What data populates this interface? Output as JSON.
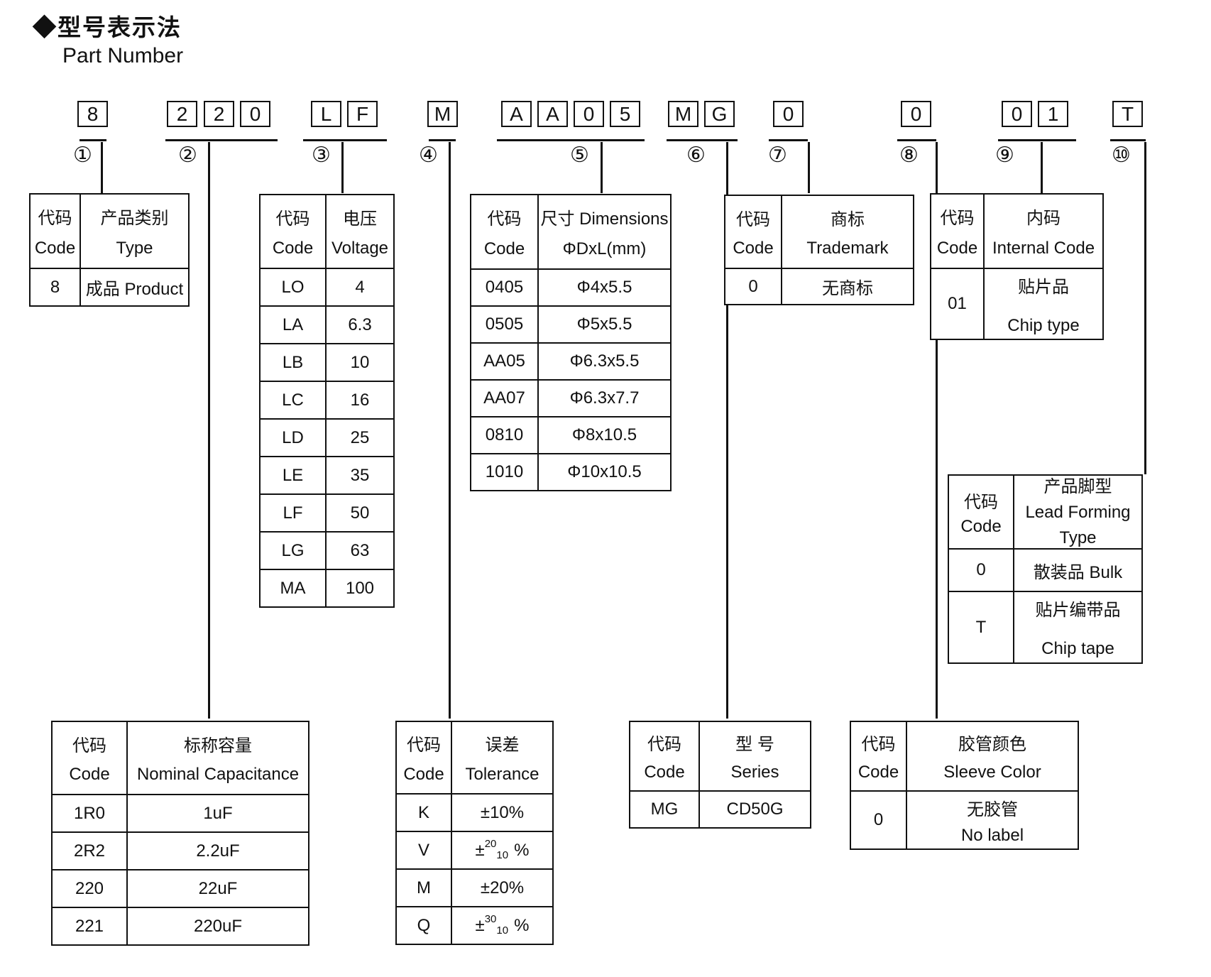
{
  "title": {
    "zh": "◆型号表示法",
    "en": "Part Number"
  },
  "part_number": {
    "groups": [
      {
        "symbol": "①",
        "chars": [
          "8"
        ]
      },
      {
        "symbol": "②",
        "chars": [
          "2",
          "2",
          "0"
        ]
      },
      {
        "symbol": "③",
        "chars": [
          "L",
          "F"
        ]
      },
      {
        "symbol": "④",
        "chars": [
          "M"
        ]
      },
      {
        "symbol": "⑤",
        "chars": [
          "A",
          "A",
          "0",
          "5"
        ]
      },
      {
        "symbol": "⑥",
        "chars": [
          "M",
          "G"
        ]
      },
      {
        "symbol": "⑦",
        "chars": [
          "0"
        ]
      },
      {
        "symbol": "⑧",
        "chars": [
          "0"
        ]
      },
      {
        "symbol": "⑨",
        "chars": [
          "0",
          "1"
        ]
      },
      {
        "symbol": "⑩",
        "chars": [
          "T"
        ]
      }
    ]
  },
  "tables": {
    "type": {
      "code_zh": "代码",
      "code_en": "Code",
      "name_zh": "产品类别",
      "name_en": "Type",
      "rows": [
        {
          "code": "8",
          "value": "成品 Product"
        }
      ]
    },
    "voltage": {
      "code_zh": "代码",
      "code_en": "Code",
      "name_zh": "电压",
      "name_en": "Voltage",
      "rows": [
        {
          "code": "LO",
          "value": "4"
        },
        {
          "code": "LA",
          "value": "6.3"
        },
        {
          "code": "LB",
          "value": "10"
        },
        {
          "code": "LC",
          "value": "16"
        },
        {
          "code": "LD",
          "value": "25"
        },
        {
          "code": "LE",
          "value": "35"
        },
        {
          "code": "LF",
          "value": "50"
        },
        {
          "code": "LG",
          "value": "63"
        },
        {
          "code": "MA",
          "value": "100"
        }
      ]
    },
    "dimensions": {
      "code_zh": "代码",
      "code_en": "Code",
      "name_zh": "尺寸 Dimensions",
      "name_en": "ΦDxL(mm)",
      "rows": [
        {
          "code": "0405",
          "value": "Φ4x5.5"
        },
        {
          "code": "0505",
          "value": "Φ5x5.5"
        },
        {
          "code": "AA05",
          "value": "Φ6.3x5.5"
        },
        {
          "code": "AA07",
          "value": "Φ6.3x7.7"
        },
        {
          "code": "0810",
          "value": "Φ8x10.5"
        },
        {
          "code": "1010",
          "value": "Φ10x10.5"
        }
      ]
    },
    "trademark": {
      "code_zh": "代码",
      "code_en": "Code",
      "name_zh": "商标",
      "name_en": "Trademark",
      "rows": [
        {
          "code": "0",
          "value": "无商标"
        }
      ]
    },
    "internal": {
      "code_zh": "代码",
      "code_en": "Code",
      "name_zh": "内码",
      "name_en": "Internal Code",
      "rows": [
        {
          "code": "01",
          "value_zh": "贴片品",
          "value_en": "Chip type"
        }
      ]
    },
    "lead": {
      "code_zh": "代码",
      "code_en": "Code",
      "name_zh": "产品脚型",
      "name_en1": "Lead Forming",
      "name_en2": "Type",
      "rows": [
        {
          "code": "0",
          "value": "散装品 Bulk"
        },
        {
          "code": "T",
          "value_zh": "贴片编带品",
          "value_en": "Chip tape"
        }
      ]
    },
    "capacitance": {
      "code_zh": "代码",
      "code_en": "Code",
      "name_zh": "标称容量",
      "name_en": "Nominal Capacitance",
      "rows": [
        {
          "code": "1R0",
          "value": "1uF"
        },
        {
          "code": "2R2",
          "value": "2.2uF"
        },
        {
          "code": "220",
          "value": "22uF"
        },
        {
          "code": "221",
          "value": "220uF"
        }
      ]
    },
    "tolerance": {
      "code_zh": "代码",
      "code_en": "Code",
      "name_zh": "误差",
      "name_en": "Tolerance",
      "rows": [
        {
          "code": "K",
          "value": "±10%"
        },
        {
          "code": "V",
          "pm": "±",
          "sup": "20",
          "sub": "10",
          "pct": "%"
        },
        {
          "code": "M",
          "value": "±20%"
        },
        {
          "code": "Q",
          "pm": "±",
          "sup": "30",
          "sub": "10",
          "pct": "%"
        }
      ]
    },
    "series": {
      "code_zh": "代码",
      "code_en": "Code",
      "name_zh": "型 号",
      "name_en": "Series",
      "rows": [
        {
          "code": "MG",
          "value": "CD50G"
        }
      ]
    },
    "sleeve": {
      "code_zh": "代码",
      "code_en": "Code",
      "name_zh": "胶管颜色",
      "name_en": "Sleeve Color",
      "rows": [
        {
          "code": "0",
          "value_zh": "无胶管",
          "value_en": "No label"
        }
      ]
    }
  }
}
